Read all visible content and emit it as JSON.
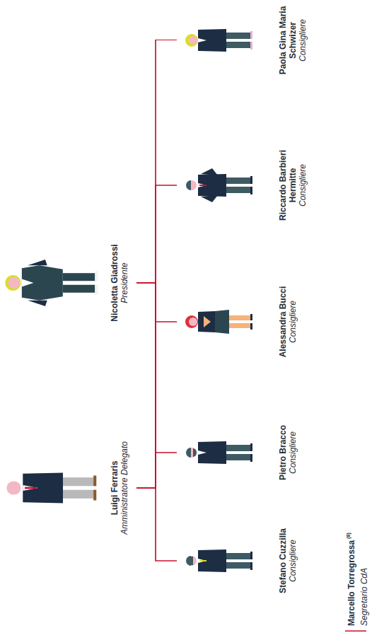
{
  "diagram": {
    "nodes": [
      {
        "text": [
          "Luigi Ferraris",
          "Amministratore Delegato"
        ]
      },
      {
        "text": [
          "Nicoletta Giadrossi",
          "Presidente"
        ]
      },
      {
        "text": [
          "Stefano Cuzzilla",
          "Consigliere"
        ]
      },
      {
        "text": [
          "Pietro Bracco",
          "Consigliere"
        ]
      },
      {
        "text": [
          "Alessandra Bucci",
          "Consigliere"
        ]
      },
      {
        "text": [
          "Riccardo Barbieri Hermitte",
          "Consigliere"
        ]
      },
      {
        "text": [
          "Paola Gina Maria Schwizer",
          "Consigliere"
        ]
      }
    ],
    "edges": [
      {
        "from": 0,
        "to": 2,
        "arrow": "none"
      },
      {
        "from": 0,
        "to": 3,
        "arrow": "none"
      },
      {
        "from": 0,
        "to": 4,
        "arrow": "none"
      },
      {
        "from": 0,
        "to": 5,
        "arrow": "none"
      },
      {
        "from": 0,
        "to": 6,
        "arrow": "none"
      },
      {
        "from": 1,
        "to": 2,
        "arrow": "none"
      },
      {
        "from": 1,
        "to": 3,
        "arrow": "none"
      },
      {
        "from": 1,
        "to": 4,
        "arrow": "none"
      },
      {
        "from": 1,
        "to": 5,
        "arrow": "none"
      },
      {
        "from": 1,
        "to": 6,
        "arrow": "none"
      }
    ],
    "labels": [
      "Marcello Torregrossa",
      "(8)",
      "Segretario CdA"
    ]
  }
}
